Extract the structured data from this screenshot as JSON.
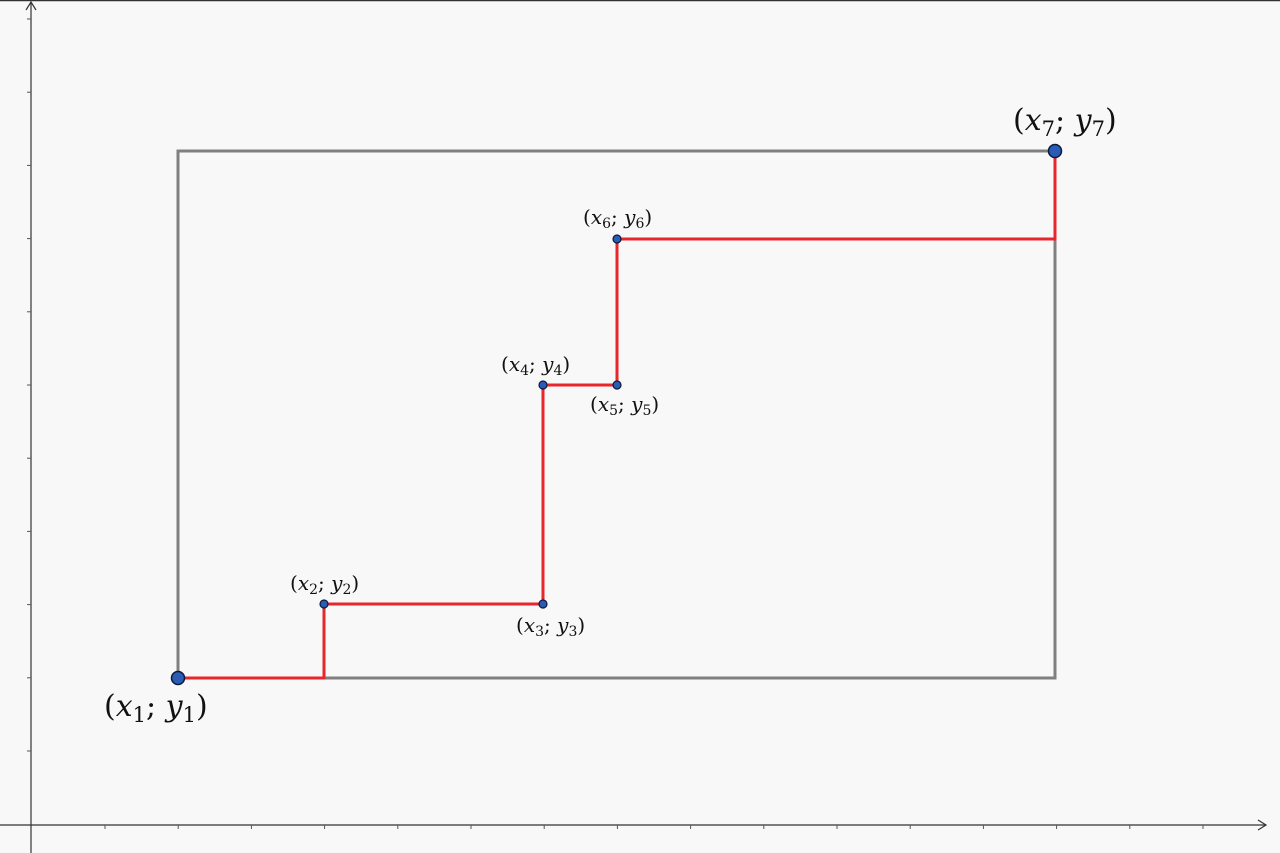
{
  "diagram": {
    "points": [
      {
        "id": "p1",
        "var": "x",
        "idx": "1",
        "vary": "y"
      },
      {
        "id": "p2",
        "var": "x",
        "idx": "2",
        "vary": "y"
      },
      {
        "id": "p3",
        "var": "x",
        "idx": "3",
        "vary": "y"
      },
      {
        "id": "p4",
        "var": "x",
        "idx": "4",
        "vary": "y"
      },
      {
        "id": "p5",
        "var": "x",
        "idx": "5",
        "vary": "y"
      },
      {
        "id": "p6",
        "var": "x",
        "idx": "6",
        "vary": "y"
      },
      {
        "id": "p7",
        "var": "x",
        "idx": "7",
        "vary": "y"
      }
    ],
    "colors": {
      "path": "#e8262b",
      "rect": "#808080",
      "axis": "#333333",
      "point_fill": "#2a5bb5",
      "point_stroke": "#0a1a3a"
    }
  }
}
